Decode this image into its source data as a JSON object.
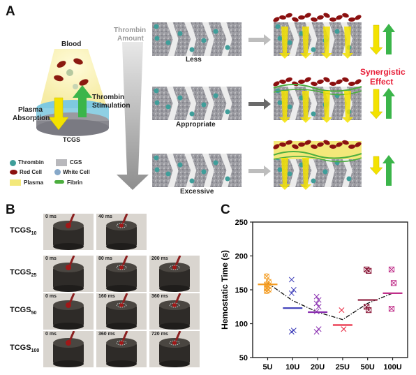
{
  "panelA": {
    "letter": "A",
    "blood": "Blood",
    "thrombin_stimulation_1": "Thrombin",
    "thrombin_stimulation_2": "Stimulation",
    "plasma_absorption_1": "Plasma",
    "plasma_absorption_2": "Absorption",
    "tcgs": "TCGS",
    "thrombin_amount_1": "Thrombin",
    "thrombin_amount_2": "Amount",
    "less": "Less",
    "appropriate": "Appropriate",
    "excessive": "Excessive",
    "synergistic_1": "Synergistic",
    "synergistic_2": "Effect",
    "legend": {
      "thrombin": "Thrombin",
      "cgs": "CGS",
      "red_cell": "Red Cell",
      "white_cell": "White Cell",
      "plasma": "Plasma",
      "fibrin": "Fibrin"
    },
    "colors": {
      "synergistic": "#e8203a",
      "yellow": "#f3e200",
      "green": "#3bb54a",
      "red_cell": "#8b1010"
    }
  },
  "panelB": {
    "letter": "B",
    "rows": [
      {
        "name": "TCGS",
        "sub": "10",
        "times": [
          "0 ms",
          "40 ms"
        ]
      },
      {
        "name": "TCGS",
        "sub": "25",
        "times": [
          "0 ms",
          "80 ms",
          "200 ms"
        ]
      },
      {
        "name": "TCGS",
        "sub": "50",
        "times": [
          "0 ms",
          "160 ms",
          "360 ms"
        ]
      },
      {
        "name": "TCGS",
        "sub": "100",
        "times": [
          "0 ms",
          "360 ms",
          "720 ms"
        ]
      }
    ]
  },
  "panelC": {
    "letter": "C",
    "chart_data": {
      "type": "scatter",
      "ylabel": "Hemostatic Time (s)",
      "ylim": [
        50,
        250
      ],
      "yticks": [
        50,
        100,
        150,
        200,
        250
      ],
      "categories": [
        "5U",
        "10U",
        "20U",
        "25U",
        "50U",
        "100U"
      ],
      "series": [
        {
          "category": "5U",
          "color": "#f39a1e",
          "marker": "circle-x",
          "points": [
            170,
            162,
            158,
            155,
            152,
            150,
            148
          ],
          "mean": 158
        },
        {
          "category": "10U",
          "color": "#3a3ab8",
          "marker": "x",
          "points": [
            165,
            150,
            145,
            90,
            88
          ],
          "mean": 123
        },
        {
          "category": "20U",
          "color": "#8a2fb0",
          "marker": "x",
          "points": [
            140,
            135,
            130,
            125,
            118,
            92,
            88
          ],
          "mean": 117
        },
        {
          "category": "25U",
          "color": "#e8203a",
          "marker": "x",
          "points": [
            120,
            92
          ],
          "mean": 98
        },
        {
          "category": "50U",
          "color": "#8b1a3a",
          "marker": "square-x",
          "points": [
            180,
            178,
            125,
            120
          ],
          "mean": 135
        },
        {
          "category": "100U",
          "color": "#c0308a",
          "marker": "square-x",
          "points": [
            180,
            160,
            122
          ],
          "mean": 145
        }
      ],
      "trend": [
        [
          0,
          160
        ],
        [
          1,
          134
        ],
        [
          2,
          117
        ],
        [
          3,
          106
        ],
        [
          4,
          130
        ],
        [
          5,
          145
        ]
      ]
    }
  }
}
